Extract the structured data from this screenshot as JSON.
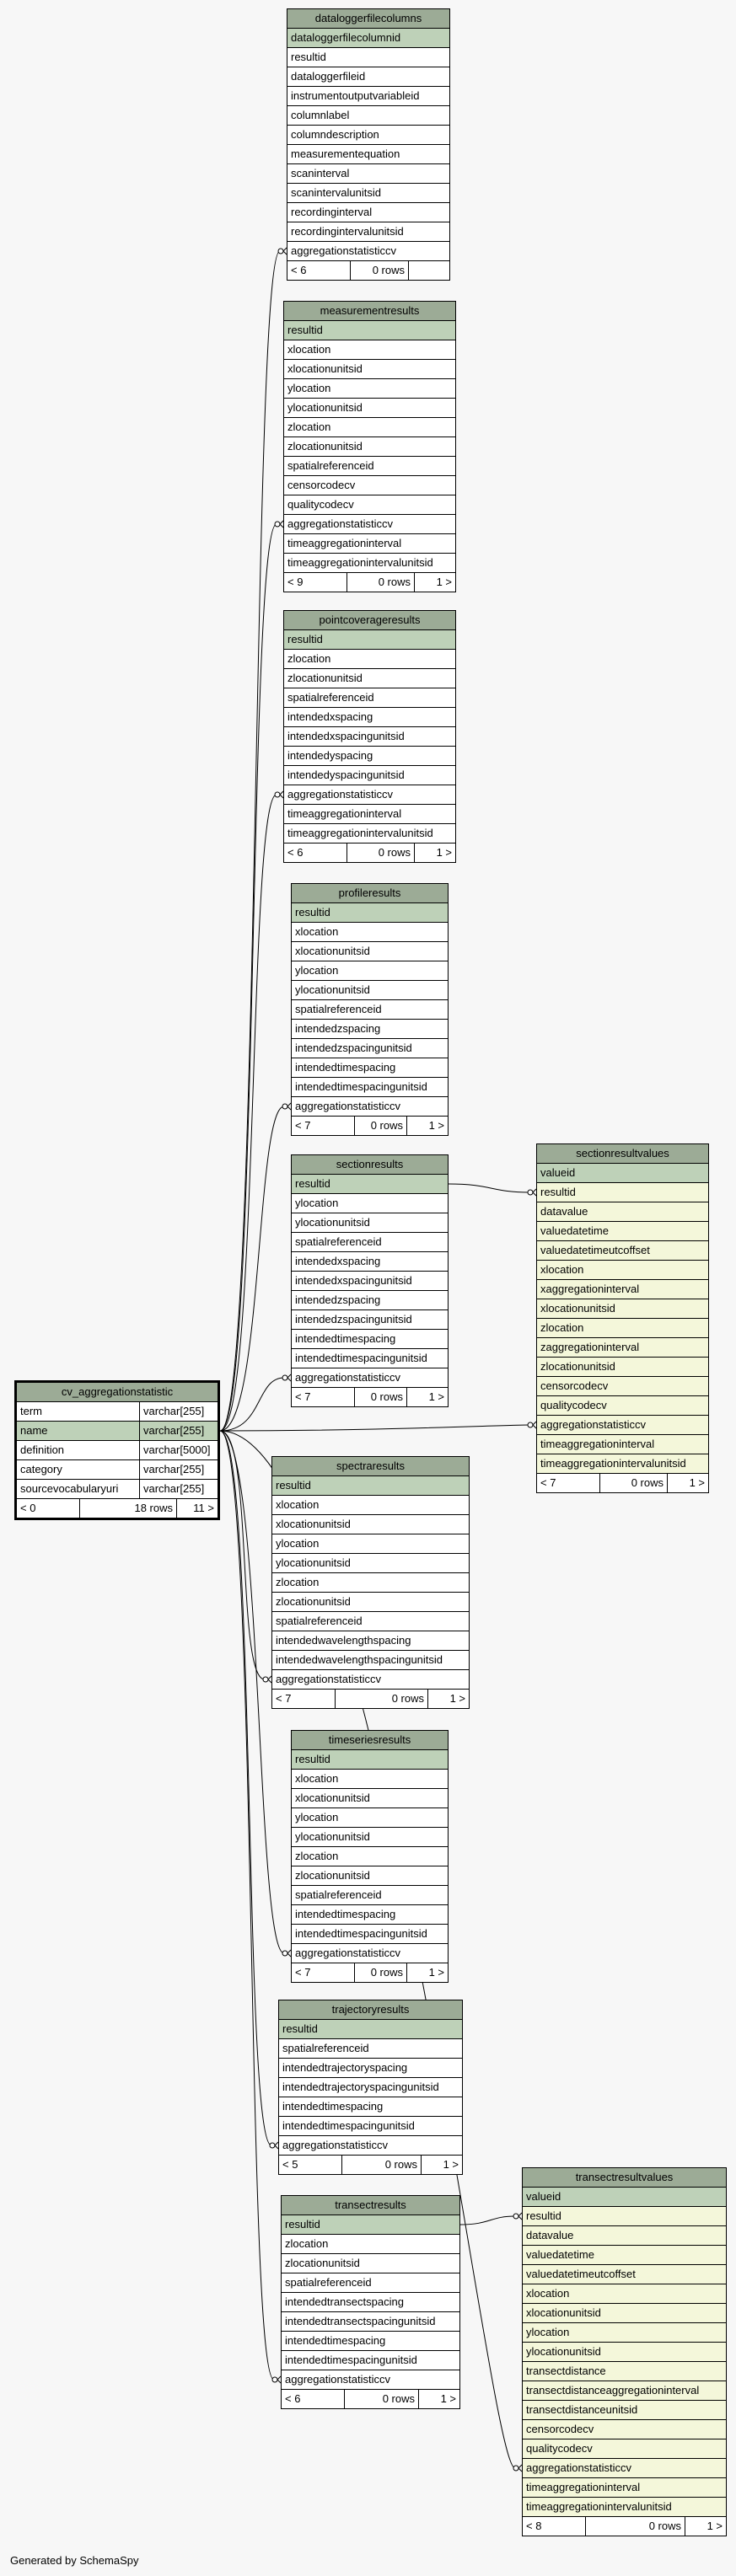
{
  "caption": "Generated by SchemaSpy",
  "tables": [
    {
      "id": "dataloggerfilecolumns",
      "name": "dataloggerfilecolumns",
      "columns": [
        "dataloggerfilecolumnid",
        "resultid",
        "dataloggerfileid",
        "instrumentoutputvariableid",
        "columnlabel",
        "columndescription",
        "measurementequation",
        "scaninterval",
        "scanintervalunitsid",
        "recordinginterval",
        "recordingintervalunitsid",
        "aggregationstatisticcv"
      ],
      "pk": [
        0
      ],
      "footer": [
        "< 6",
        "0 rows",
        ""
      ]
    },
    {
      "id": "measurementresults",
      "name": "measurementresults",
      "columns": [
        "resultid",
        "xlocation",
        "xlocationunitsid",
        "ylocation",
        "ylocationunitsid",
        "zlocation",
        "zlocationunitsid",
        "spatialreferenceid",
        "censorcodecv",
        "qualitycodecv",
        "aggregationstatisticcv",
        "timeaggregationinterval",
        "timeaggregationintervalunitsid"
      ],
      "pk": [
        0
      ],
      "footer": [
        "< 9",
        "0 rows",
        "1 >"
      ]
    },
    {
      "id": "pointcoverageresults",
      "name": "pointcoverageresults",
      "columns": [
        "resultid",
        "zlocation",
        "zlocationunitsid",
        "spatialreferenceid",
        "intendedxspacing",
        "intendedxspacingunitsid",
        "intendedyspacing",
        "intendedyspacingunitsid",
        "aggregationstatisticcv",
        "timeaggregationinterval",
        "timeaggregationintervalunitsid"
      ],
      "pk": [
        0
      ],
      "footer": [
        "< 6",
        "0 rows",
        "1 >"
      ]
    },
    {
      "id": "profileresults",
      "name": "profileresults",
      "columns": [
        "resultid",
        "xlocation",
        "xlocationunitsid",
        "ylocation",
        "ylocationunitsid",
        "spatialreferenceid",
        "intendedzspacing",
        "intendedzspacingunitsid",
        "intendedtimespacing",
        "intendedtimespacingunitsid",
        "aggregationstatisticcv"
      ],
      "pk": [
        0
      ],
      "footer": [
        "< 7",
        "0 rows",
        "1 >"
      ]
    },
    {
      "id": "sectionresults",
      "name": "sectionresults",
      "columns": [
        "resultid",
        "ylocation",
        "ylocationunitsid",
        "spatialreferenceid",
        "intendedxspacing",
        "intendedxspacingunitsid",
        "intendedzspacing",
        "intendedzspacingunitsid",
        "intendedtimespacing",
        "intendedtimespacingunitsid",
        "aggregationstatisticcv"
      ],
      "pk": [
        0
      ],
      "footer": [
        "< 7",
        "0 rows",
        "1 >"
      ]
    },
    {
      "id": "sectionresultvalues",
      "name": "sectionresultvalues",
      "child": true,
      "columns": [
        "valueid",
        "resultid",
        "datavalue",
        "valuedatetime",
        "valuedatetimeutcoffset",
        "xlocation",
        "xaggregationinterval",
        "xlocationunitsid",
        "zlocation",
        "zaggregationinterval",
        "zlocationunitsid",
        "censorcodecv",
        "qualitycodecv",
        "aggregationstatisticcv",
        "timeaggregationinterval",
        "timeaggregationintervalunitsid"
      ],
      "pk": [
        0
      ],
      "footer": [
        "< 7",
        "0 rows",
        "1 >"
      ]
    },
    {
      "id": "cv_aggregationstatistic",
      "name": "cv_aggregationstatistic",
      "focus": true,
      "columns": [
        "term",
        "name",
        "definition",
        "category",
        "sourcevocabularyuri"
      ],
      "types": [
        "varchar[255]",
        "varchar[255]",
        "varchar[5000]",
        "varchar[255]",
        "varchar[255]"
      ],
      "pk": [
        1
      ],
      "footer": [
        "< 0",
        "18 rows",
        "11 >"
      ]
    },
    {
      "id": "spectraresults",
      "name": "spectraresults",
      "columns": [
        "resultid",
        "xlocation",
        "xlocationunitsid",
        "ylocation",
        "ylocationunitsid",
        "zlocation",
        "zlocationunitsid",
        "spatialreferenceid",
        "intendedwavelengthspacing",
        "intendedwavelengthspacingunitsid",
        "aggregationstatisticcv"
      ],
      "pk": [
        0
      ],
      "footer": [
        "< 7",
        "0 rows",
        "1 >"
      ]
    },
    {
      "id": "timeseriesresults",
      "name": "timeseriesresults",
      "columns": [
        "resultid",
        "xlocation",
        "xlocationunitsid",
        "ylocation",
        "ylocationunitsid",
        "zlocation",
        "zlocationunitsid",
        "spatialreferenceid",
        "intendedtimespacing",
        "intendedtimespacingunitsid",
        "aggregationstatisticcv"
      ],
      "pk": [
        0
      ],
      "footer": [
        "< 7",
        "0 rows",
        "1 >"
      ]
    },
    {
      "id": "trajectoryresults",
      "name": "trajectoryresults",
      "columns": [
        "resultid",
        "spatialreferenceid",
        "intendedtrajectoryspacing",
        "intendedtrajectoryspacingunitsid",
        "intendedtimespacing",
        "intendedtimespacingunitsid",
        "aggregationstatisticcv"
      ],
      "pk": [
        0
      ],
      "footer": [
        "< 5",
        "0 rows",
        "1 >"
      ]
    },
    {
      "id": "transectresults",
      "name": "transectresults",
      "columns": [
        "resultid",
        "zlocation",
        "zlocationunitsid",
        "spatialreferenceid",
        "intendedtransectspacing",
        "intendedtransectspacingunitsid",
        "intendedtimespacing",
        "intendedtimespacingunitsid",
        "aggregationstatisticcv"
      ],
      "pk": [
        0
      ],
      "footer": [
        "< 6",
        "0 rows",
        "1 >"
      ]
    },
    {
      "id": "transectresultvalues",
      "name": "transectresultvalues",
      "child": true,
      "columns": [
        "valueid",
        "resultid",
        "datavalue",
        "valuedatetime",
        "valuedatetimeutcoffset",
        "xlocation",
        "xlocationunitsid",
        "ylocation",
        "ylocationunitsid",
        "transectdistance",
        "transectdistanceaggregationinterval",
        "transectdistanceunitsid",
        "censorcodecv",
        "qualitycodecv",
        "aggregationstatisticcv",
        "timeaggregationinterval",
        "timeaggregationintervalunitsid"
      ],
      "pk": [
        0
      ],
      "footer": [
        "< 8",
        "0 rows",
        "1 >"
      ]
    }
  ],
  "relationships": [
    {
      "from": "dataloggerfilecolumns",
      "column": "aggregationstatisticcv",
      "to": "cv_aggregationstatistic"
    },
    {
      "from": "measurementresults",
      "column": "aggregationstatisticcv",
      "to": "cv_aggregationstatistic"
    },
    {
      "from": "pointcoverageresults",
      "column": "aggregationstatisticcv",
      "to": "cv_aggregationstatistic"
    },
    {
      "from": "profileresults",
      "column": "aggregationstatisticcv",
      "to": "cv_aggregationstatistic"
    },
    {
      "from": "sectionresults",
      "column": "aggregationstatisticcv",
      "to": "cv_aggregationstatistic"
    },
    {
      "from": "sectionresultvalues",
      "column": "aggregationstatisticcv",
      "to": "cv_aggregationstatistic"
    },
    {
      "from": "spectraresults",
      "column": "aggregationstatisticcv",
      "to": "cv_aggregationstatistic"
    },
    {
      "from": "timeseriesresults",
      "column": "aggregationstatisticcv",
      "to": "cv_aggregationstatistic"
    },
    {
      "from": "trajectoryresults",
      "column": "aggregationstatisticcv",
      "to": "cv_aggregationstatistic"
    },
    {
      "from": "transectresults",
      "column": "aggregationstatisticcv",
      "to": "cv_aggregationstatistic"
    },
    {
      "from": "transectresultvalues",
      "column": "aggregationstatisticcv",
      "to": "cv_aggregationstatistic"
    },
    {
      "from": "sectionresultvalues",
      "column": "resultid",
      "to": "sectionresults"
    },
    {
      "from": "transectresultvalues",
      "column": "resultid",
      "to": "transectresults"
    }
  ]
}
